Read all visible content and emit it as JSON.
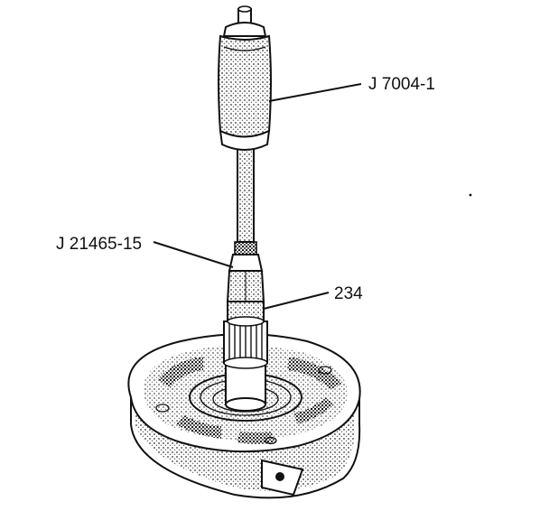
{
  "labels": {
    "slide_hammer": "J 7004-1",
    "adapter": "J 21465-15",
    "part": "234"
  }
}
